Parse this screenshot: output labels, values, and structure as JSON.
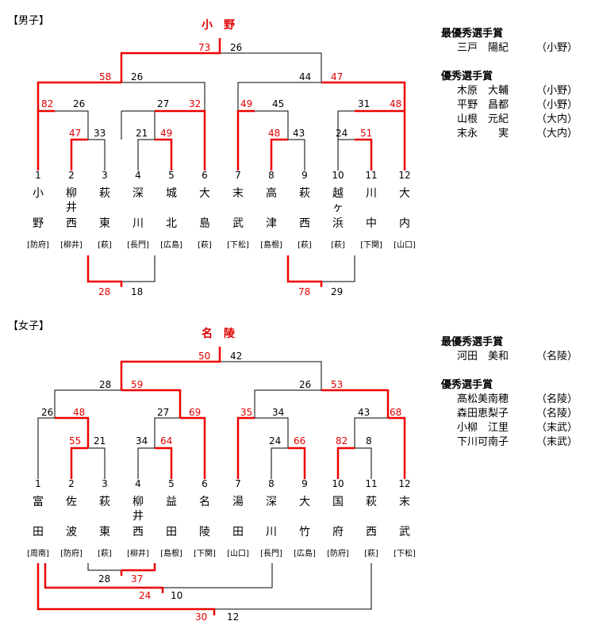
{
  "colors": {
    "winner_line": "#ee0000",
    "loser_line": "#000000",
    "winner_score": "#e00000"
  },
  "boys": {
    "section_label": "【男子】",
    "champion": "小　野",
    "final": {
      "win": "73",
      "lose": "26"
    },
    "semis": [
      {
        "win": "58",
        "lose": "26"
      },
      {
        "lose": "44",
        "win": "47"
      }
    ],
    "quarters": [
      {
        "win": "82",
        "lose": "26"
      },
      {
        "lose": "27",
        "win": "32"
      },
      {
        "win": "49",
        "lose": "45"
      },
      {
        "lose": "31",
        "win": "48"
      }
    ],
    "firsts": [
      {
        "win": "47",
        "lose": "33"
      },
      {
        "lose": "21",
        "win": "49"
      },
      {
        "win": "48",
        "lose": "43"
      },
      {
        "lose": "24",
        "win": "51"
      }
    ],
    "third_place": [
      {
        "win": "28",
        "lose": "18"
      },
      {
        "win": "78",
        "lose": "29"
      }
    ],
    "teams": [
      {
        "no": "1",
        "top": "小",
        "mid": "",
        "bottom": "野",
        "pref": "[防府]"
      },
      {
        "no": "2",
        "top": "柳",
        "mid": "井",
        "bottom": "西",
        "pref": "[柳井]"
      },
      {
        "no": "3",
        "top": "萩",
        "mid": "",
        "bottom": "東",
        "pref": "[萩]"
      },
      {
        "no": "4",
        "top": "深",
        "mid": "",
        "bottom": "川",
        "pref": "[長門]"
      },
      {
        "no": "5",
        "top": "城",
        "mid": "",
        "bottom": "北",
        "pref": "[広島]"
      },
      {
        "no": "6",
        "top": "大",
        "mid": "",
        "bottom": "島",
        "pref": "[萩]"
      },
      {
        "no": "7",
        "top": "末",
        "mid": "",
        "bottom": "武",
        "pref": "[下松]"
      },
      {
        "no": "8",
        "top": "高",
        "mid": "",
        "bottom": "津",
        "pref": "[島根]"
      },
      {
        "no": "9",
        "top": "萩",
        "mid": "",
        "bottom": "西",
        "pref": "[萩]"
      },
      {
        "no": "10",
        "top": "越",
        "mid": "ヶ",
        "bottom": "浜",
        "pref": "[萩]"
      },
      {
        "no": "11",
        "top": "川",
        "mid": "",
        "bottom": "中",
        "pref": "[下関]"
      },
      {
        "no": "12",
        "top": "大",
        "mid": "",
        "bottom": "内",
        "pref": "[山口]"
      }
    ],
    "awards": {
      "mvp_title": "最優秀選手賞",
      "mvp": [
        {
          "name": "三戸　陽紀",
          "school": "（小野）"
        }
      ],
      "excellent_title": "優秀選手賞",
      "excellent": [
        {
          "name": "木原　大輔",
          "school": "（小野）"
        },
        {
          "name": "平野　昌都",
          "school": "（小野）"
        },
        {
          "name": "山根　元紀",
          "school": "（大内）"
        },
        {
          "name": "末永　　実",
          "school": "（大内）"
        }
      ]
    }
  },
  "girls": {
    "section_label": "【女子】",
    "champion": "名　陵",
    "final": {
      "win": "50",
      "lose": "42"
    },
    "semis": [
      {
        "lose": "28",
        "win": "59"
      },
      {
        "lose": "26",
        "win": "53"
      }
    ],
    "quarters": [
      {
        "lose": "26",
        "win": "48"
      },
      {
        "lose": "27",
        "win": "69"
      },
      {
        "win": "35",
        "lose": "34"
      },
      {
        "lose": "43",
        "win": "68"
      }
    ],
    "firsts": [
      {
        "win": "55",
        "lose": "21"
      },
      {
        "lose": "34",
        "win": "64"
      },
      {
        "lose": "24",
        "win": "66"
      },
      {
        "win": "82",
        "lose": "8"
      }
    ],
    "consolation": [
      {
        "lose": "28",
        "win": "37"
      },
      {
        "win": "24",
        "lose": "10"
      },
      {
        "win": "30",
        "lose": "12"
      }
    ],
    "teams": [
      {
        "no": "1",
        "top": "富",
        "mid": "",
        "bottom": "田",
        "pref": "[周南]"
      },
      {
        "no": "2",
        "top": "佐",
        "mid": "",
        "bottom": "波",
        "pref": "[防府]"
      },
      {
        "no": "3",
        "top": "萩",
        "mid": "",
        "bottom": "東",
        "pref": "[萩]"
      },
      {
        "no": "4",
        "top": "柳",
        "mid": "井",
        "bottom": "西",
        "pref": "[柳井]"
      },
      {
        "no": "5",
        "top": "益",
        "mid": "",
        "bottom": "田",
        "pref": "[島根]"
      },
      {
        "no": "6",
        "top": "名",
        "mid": "",
        "bottom": "陵",
        "pref": "[下関]"
      },
      {
        "no": "7",
        "top": "湯",
        "mid": "",
        "bottom": "田",
        "pref": "[山口]"
      },
      {
        "no": "8",
        "top": "深",
        "mid": "",
        "bottom": "川",
        "pref": "[長門]"
      },
      {
        "no": "9",
        "top": "大",
        "mid": "",
        "bottom": "竹",
        "pref": "[広島]"
      },
      {
        "no": "10",
        "top": "国",
        "mid": "",
        "bottom": "府",
        "pref": "[防府]"
      },
      {
        "no": "11",
        "top": "萩",
        "mid": "",
        "bottom": "西",
        "pref": "[萩]"
      },
      {
        "no": "12",
        "top": "末",
        "mid": "",
        "bottom": "武",
        "pref": "[下松]"
      }
    ],
    "awards": {
      "mvp_title": "最優秀選手賞",
      "mvp": [
        {
          "name": "河田　美和",
          "school": "（名陵）"
        }
      ],
      "excellent_title": "優秀選手賞",
      "excellent": [
        {
          "name": "髙松美南穂",
          "school": "（名陵）"
        },
        {
          "name": "森田恵梨子",
          "school": "（名陵）"
        },
        {
          "name": "小柳　江里",
          "school": "（末武）"
        },
        {
          "name": "下川可南子",
          "school": "（末武）"
        }
      ]
    }
  }
}
